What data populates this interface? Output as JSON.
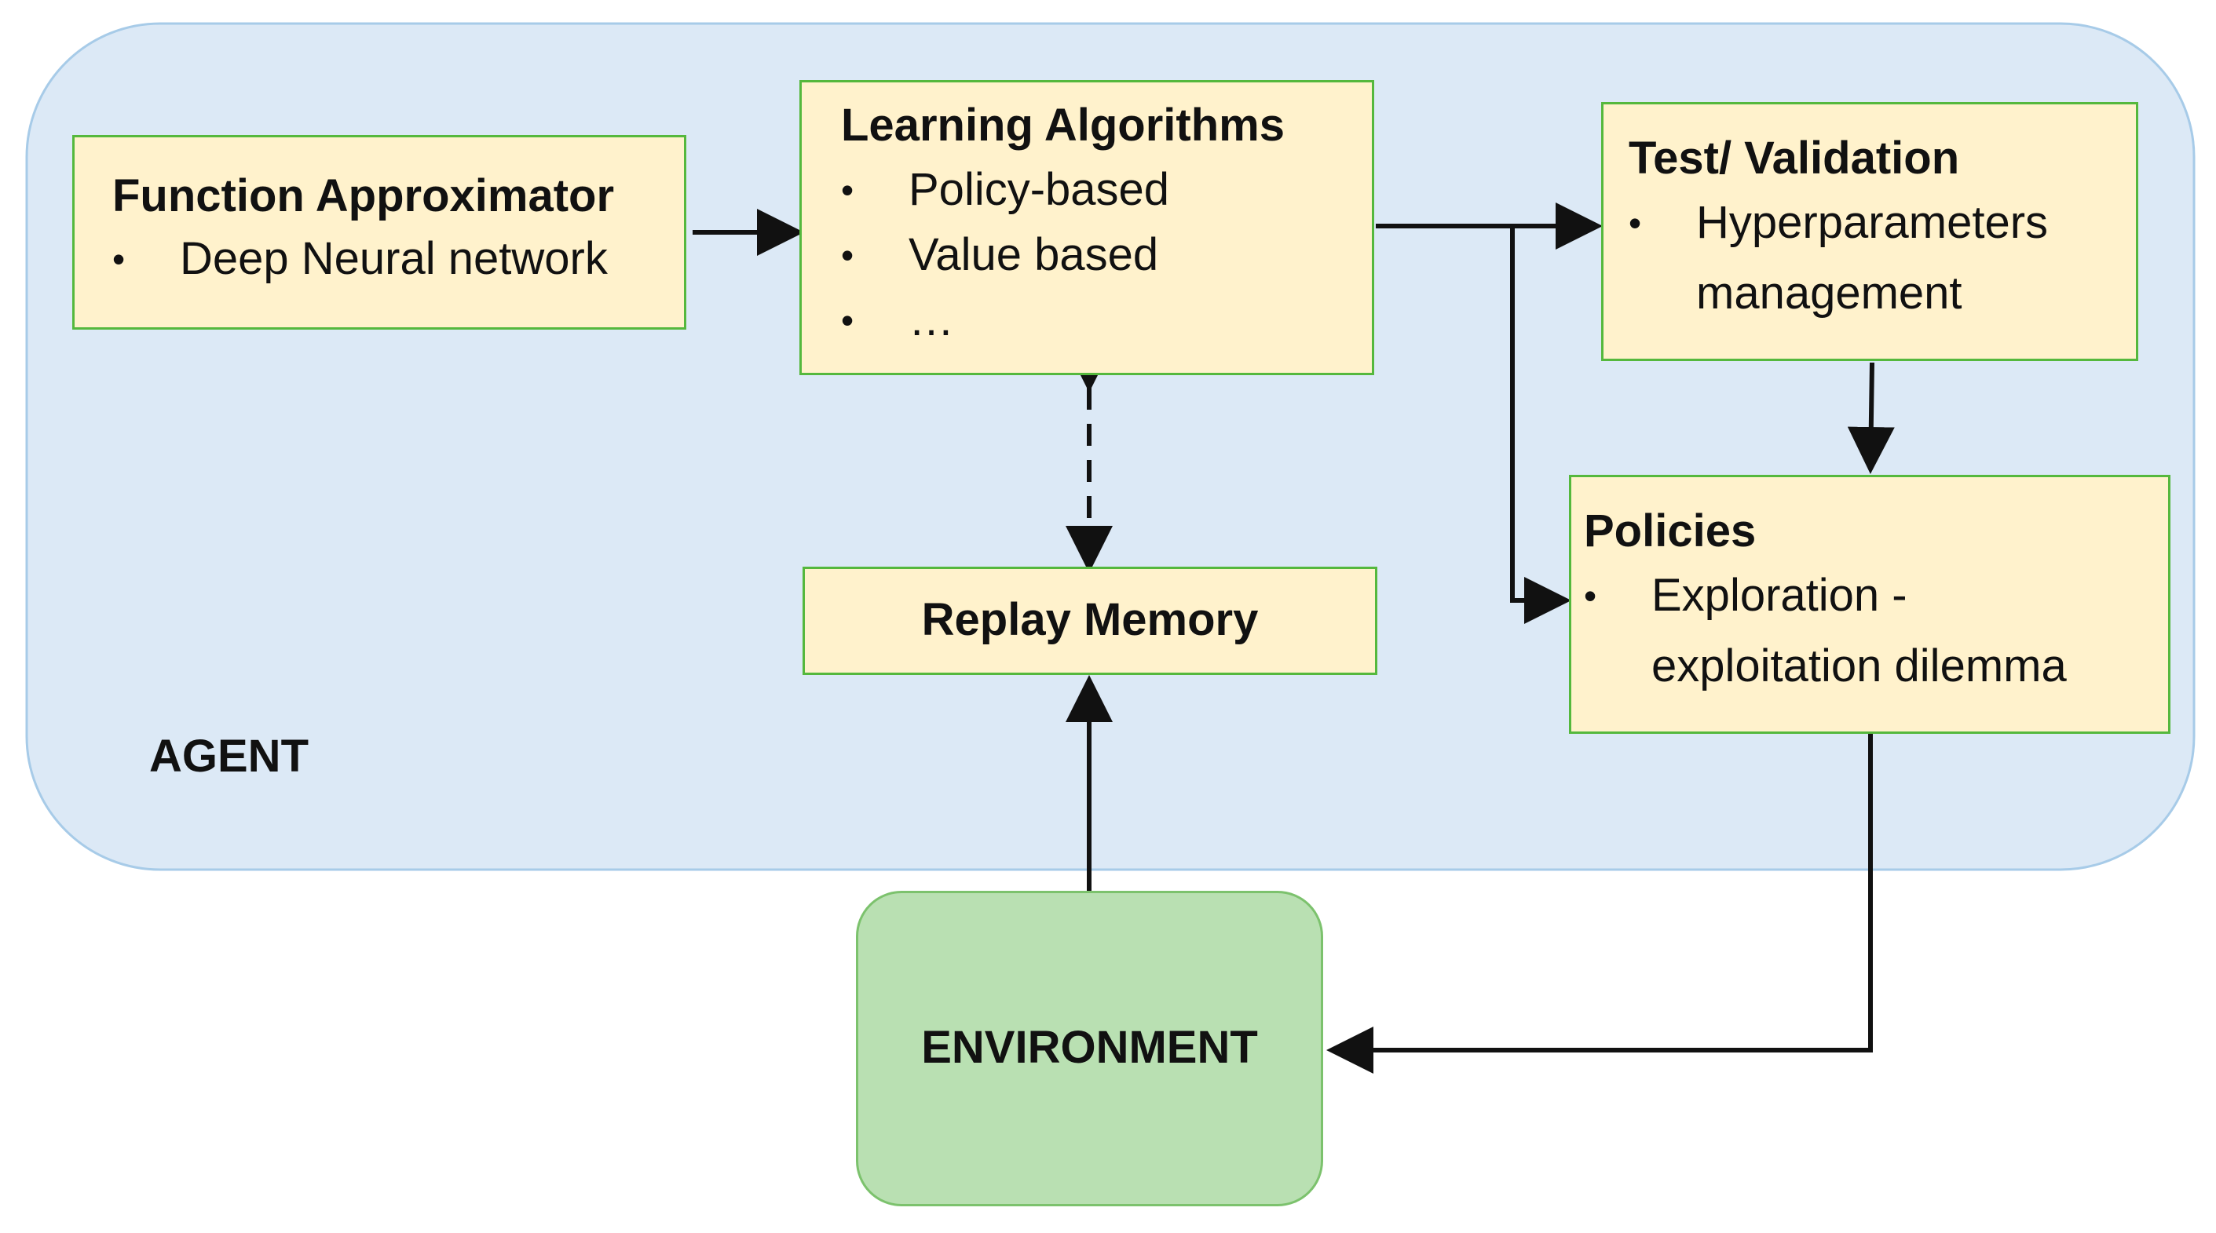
{
  "agent": {
    "label": "AGENT"
  },
  "function_approximator": {
    "title": "Function Approximator",
    "items": [
      "Deep Neural network"
    ]
  },
  "learning_algorithms": {
    "title": "Learning Algorithms",
    "items": [
      "Policy-based",
      "Value based",
      "…"
    ]
  },
  "test_validation": {
    "title": "Test/ Validation",
    "items": [
      "Hyperparameters",
      "management"
    ]
  },
  "replay_memory": {
    "title": "Replay Memory"
  },
  "policies": {
    "title": "Policies",
    "items": [
      "Exploration -",
      "exploitation dilemma"
    ]
  },
  "environment": {
    "label": "ENVIRONMENT"
  },
  "colors": {
    "agent_background": "#dce9f6",
    "agent_border": "#a7cbe8",
    "box_fill": "#fff2cc",
    "box_border": "#55b83d",
    "environment_fill": "#b9e0b2",
    "environment_border": "#7cc26d",
    "arrow": "#111111"
  }
}
